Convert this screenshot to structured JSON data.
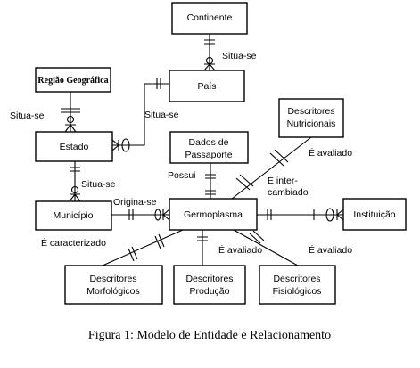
{
  "entities": {
    "continente": "Continente",
    "regiao": "Região Geográfica",
    "pais": "País",
    "estado": "Estado",
    "municipio": "Município",
    "germoplasma": "Germoplasma",
    "dados_passaporte": [
      "Dados de",
      "Passaporte"
    ],
    "descritores_nutricionais": [
      "Descritores",
      "Nutricionais"
    ],
    "instituicao": "Instituição",
    "descritores_morfologicos": [
      "Descritores",
      "Morfológicos"
    ],
    "descritores_producao": [
      "Descritores",
      "Produção"
    ],
    "descritores_fisiologicos": [
      "Descritores",
      "Fisiológicos"
    ]
  },
  "relationships": {
    "situa_se_pais_continente": "Situa-se",
    "situa_se_estado_regiao": "Situa-se",
    "situa_se_estado_pais": "Situa-se",
    "situa_se_municipio_estado": "Situa-se",
    "possui": "Possui",
    "origina_se": "Origina-se",
    "e_intercambiado": [
      "É inter-",
      "cambiado"
    ],
    "e_avaliado_nutricionais": "É  avaliado",
    "e_avaliado_fisiologicos": "É  avaliado",
    "e_avaliado_instituicao": "É  avaliado",
    "e_caracterizado": "É  caracterizado"
  },
  "caption": "Figura 1: Modelo de Entidade e Relacionamento"
}
